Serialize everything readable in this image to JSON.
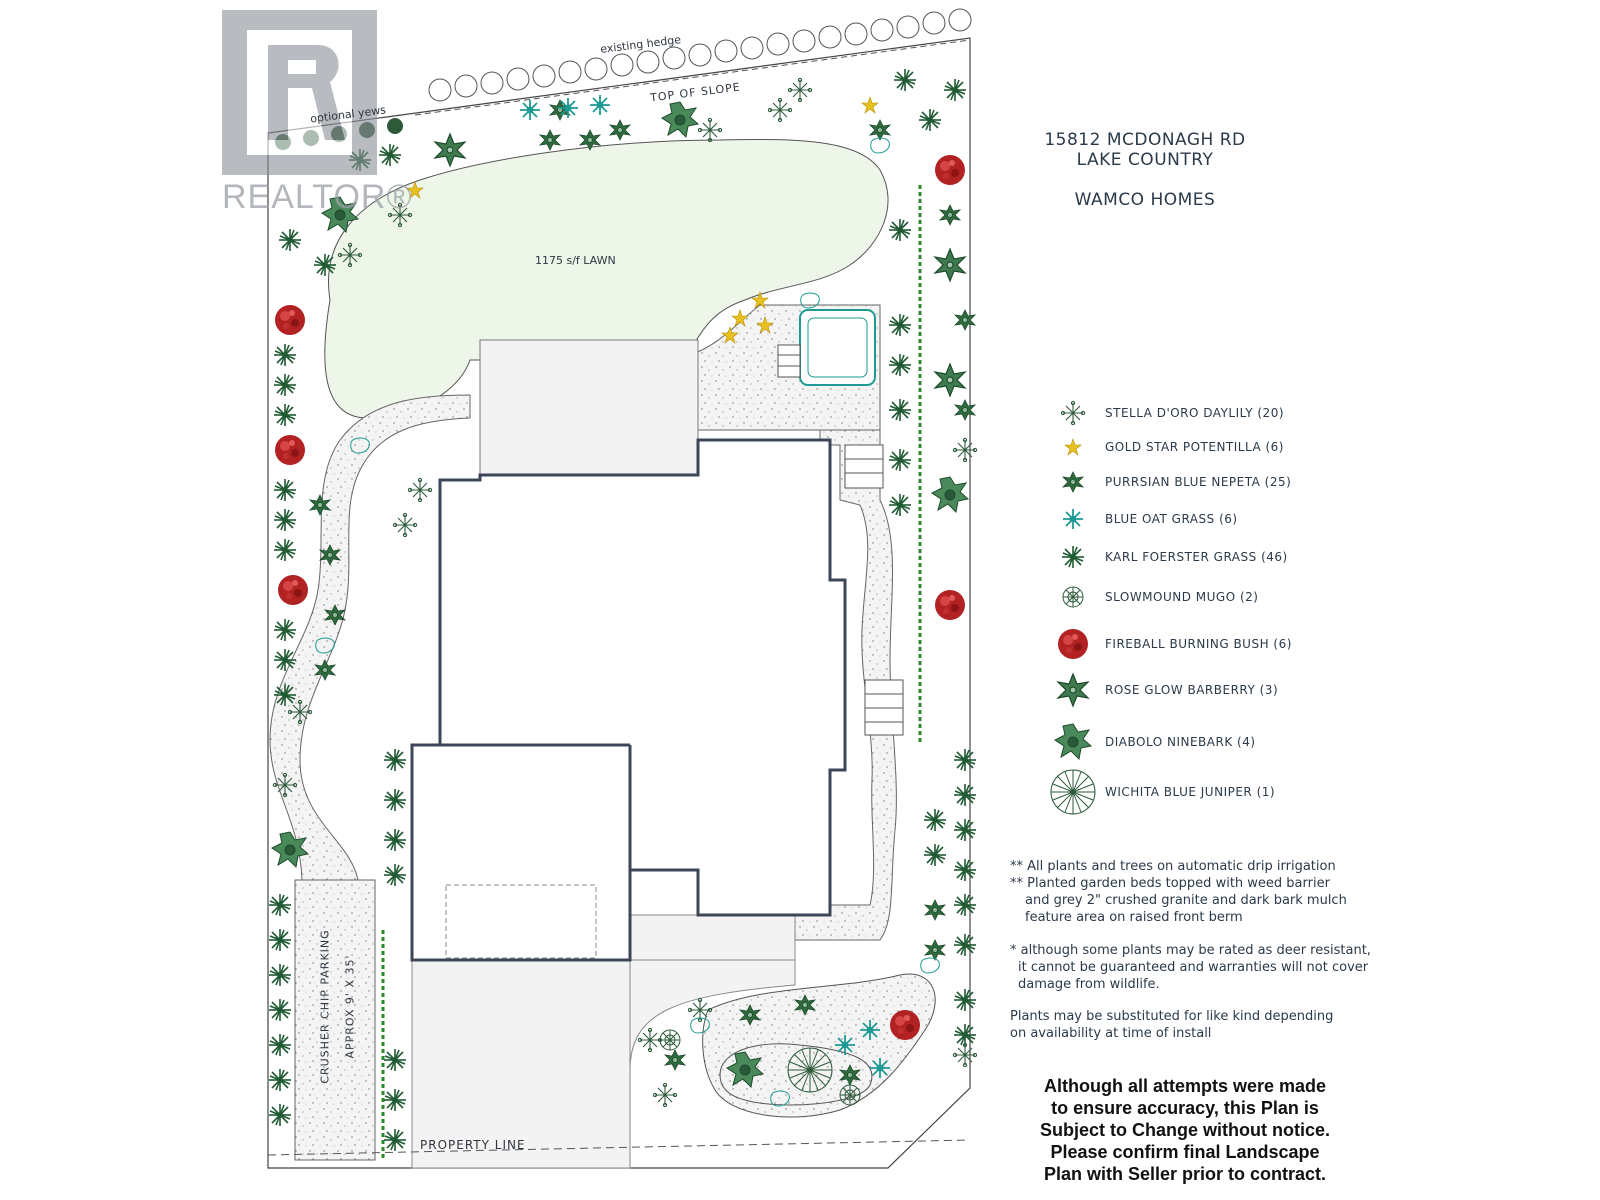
{
  "header": {
    "address_line1": "15812 MCDONAGH RD",
    "address_line2": "LAKE COUNTRY",
    "builder": "WAMCO HOMES"
  },
  "watermark": {
    "text": "REALTOR®"
  },
  "plan_labels": {
    "existing_hedge": "existing hedge",
    "optional_yews": "optional yews",
    "top_of_slope": "TOP OF SLOPE",
    "lawn": "1175 s/f LAWN",
    "parking": "CRUSHER CHIP PARKING",
    "parking_size": "APPROX 9' X 35'",
    "property_line": "PROPERTY LINE"
  },
  "legend": [
    {
      "label": "STELLA D'ORO DAYLILY (20)",
      "icon": "daylily-icon"
    },
    {
      "label": "GOLD STAR POTENTILLA (6)",
      "icon": "potentilla-icon"
    },
    {
      "label": "PURRSIAN BLUE NEPETA (25)",
      "icon": "nepeta-icon"
    },
    {
      "label": "BLUE OAT GRASS (6)",
      "icon": "blue-oat-grass-icon"
    },
    {
      "label": "KARL FOERSTER GRASS (46)",
      "icon": "karl-foerster-grass-icon"
    },
    {
      "label": "SLOWMOUND MUGO (2)",
      "icon": "mugo-pine-icon"
    },
    {
      "label": "FIREBALL BURNING BUSH (6)",
      "icon": "burning-bush-icon"
    },
    {
      "label": "ROSE GLOW BARBERRY (3)",
      "icon": "barberry-icon"
    },
    {
      "label": "DIABOLO NINEBARK (4)",
      "icon": "ninebark-icon"
    },
    {
      "label": "WICHITA BLUE JUNIPER (1)",
      "icon": "juniper-icon"
    }
  ],
  "notes": [
    "** All plants and trees on automatic drip irrigation",
    "** Planted garden beds topped with weed barrier",
    "and grey 2\" crushed granite and dark bark mulch",
    "feature area on raised front berm",
    "* although some plants may be rated as deer resistant,",
    "it cannot be guaranteed and warranties will not cover",
    "damage from wildlife.",
    "Plants may be substituted for like kind depending",
    "on availability at time of install"
  ],
  "disclaimer": [
    "Although all attempts were made",
    "to ensure accuracy, this Plan is",
    "Subject to Change without notice.",
    "Please confirm final Landscape",
    "Plan with Seller prior to contract."
  ],
  "colors": {
    "lawn": "#eef6ea",
    "gravel": "#f2f2f2",
    "house_outline": "#3c4658",
    "house_fill": "#ffffff",
    "driveway": "#f3f3f3",
    "green_dark": "#1f5a32",
    "teal": "#1e9a94",
    "gold": "#e8c020",
    "red": "#b22222"
  }
}
